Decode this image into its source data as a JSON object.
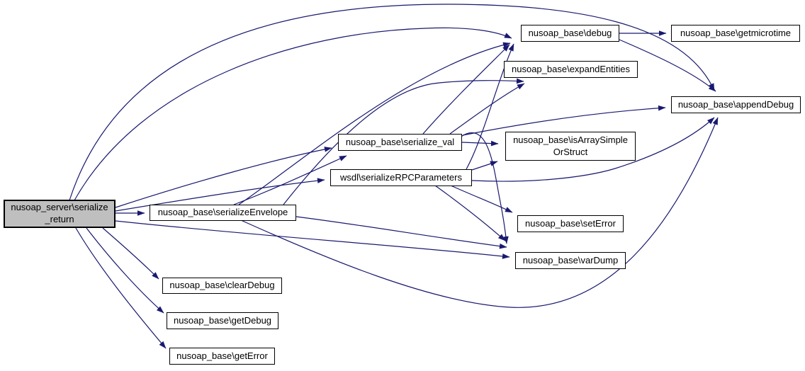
{
  "diagram": {
    "type": "doxygen-call-graph",
    "background_color": "#ffffff",
    "edge_color": "#191970",
    "node_border_color": "#000000",
    "node_fill_color": "#ffffff",
    "highlighted_node_fill_color": "#bfbfbf",
    "nodes": [
      {
        "id": "serialize_return",
        "lines": [
          "nusoap_server\\serialize",
          "_return"
        ],
        "highlighted": true
      },
      {
        "id": "serializeEnvelope",
        "lines": [
          "nusoap_base\\serializeEnvelope"
        ]
      },
      {
        "id": "serialize_val",
        "lines": [
          "nusoap_base\\serialize_val"
        ]
      },
      {
        "id": "serializeRPCParameters",
        "lines": [
          "wsdl\\serializeRPCParameters"
        ]
      },
      {
        "id": "debug",
        "lines": [
          "nusoap_base\\debug"
        ]
      },
      {
        "id": "expandEntities",
        "lines": [
          "nusoap_base\\expandEntities"
        ]
      },
      {
        "id": "getmicrotime",
        "lines": [
          "nusoap_base\\getmicrotime"
        ]
      },
      {
        "id": "appendDebug",
        "lines": [
          "nusoap_base\\appendDebug"
        ]
      },
      {
        "id": "isArraySimpleOrStruct",
        "lines": [
          "nusoap_base\\isArraySimple",
          "OrStruct"
        ]
      },
      {
        "id": "setError",
        "lines": [
          "nusoap_base\\setError"
        ]
      },
      {
        "id": "varDump",
        "lines": [
          "nusoap_base\\varDump"
        ]
      },
      {
        "id": "clearDebug",
        "lines": [
          "nusoap_base\\clearDebug"
        ]
      },
      {
        "id": "getDebug",
        "lines": [
          "nusoap_base\\getDebug"
        ]
      },
      {
        "id": "getError",
        "lines": [
          "nusoap_base\\getError"
        ]
      }
    ],
    "edges": [
      {
        "from": "serialize_return",
        "to": "debug"
      },
      {
        "from": "serialize_return",
        "to": "appendDebug"
      },
      {
        "from": "serialize_return",
        "to": "serializeEnvelope"
      },
      {
        "from": "serialize_return",
        "to": "serialize_val"
      },
      {
        "from": "serialize_return",
        "to": "serializeRPCParameters"
      },
      {
        "from": "serialize_return",
        "to": "varDump"
      },
      {
        "from": "serialize_return",
        "to": "clearDebug"
      },
      {
        "from": "serialize_return",
        "to": "getDebug"
      },
      {
        "from": "serialize_return",
        "to": "getError"
      },
      {
        "from": "serializeEnvelope",
        "to": "serialize_val"
      },
      {
        "from": "serializeEnvelope",
        "to": "debug"
      },
      {
        "from": "serializeEnvelope",
        "to": "expandEntities"
      },
      {
        "from": "serializeEnvelope",
        "to": "varDump"
      },
      {
        "from": "serializeEnvelope",
        "to": "appendDebug"
      },
      {
        "from": "serialize_val",
        "to": "debug"
      },
      {
        "from": "serialize_val",
        "to": "expandEntities"
      },
      {
        "from": "serialize_val",
        "to": "isArraySimpleOrStruct"
      },
      {
        "from": "serialize_val",
        "to": "appendDebug"
      },
      {
        "from": "serialize_val",
        "to": "varDump"
      },
      {
        "from": "serializeRPCParameters",
        "to": "debug"
      },
      {
        "from": "serializeRPCParameters",
        "to": "isArraySimpleOrStruct"
      },
      {
        "from": "serializeRPCParameters",
        "to": "setError"
      },
      {
        "from": "serializeRPCParameters",
        "to": "varDump"
      },
      {
        "from": "serializeRPCParameters",
        "to": "appendDebug"
      },
      {
        "from": "debug",
        "to": "getmicrotime"
      },
      {
        "from": "debug",
        "to": "appendDebug"
      }
    ]
  }
}
